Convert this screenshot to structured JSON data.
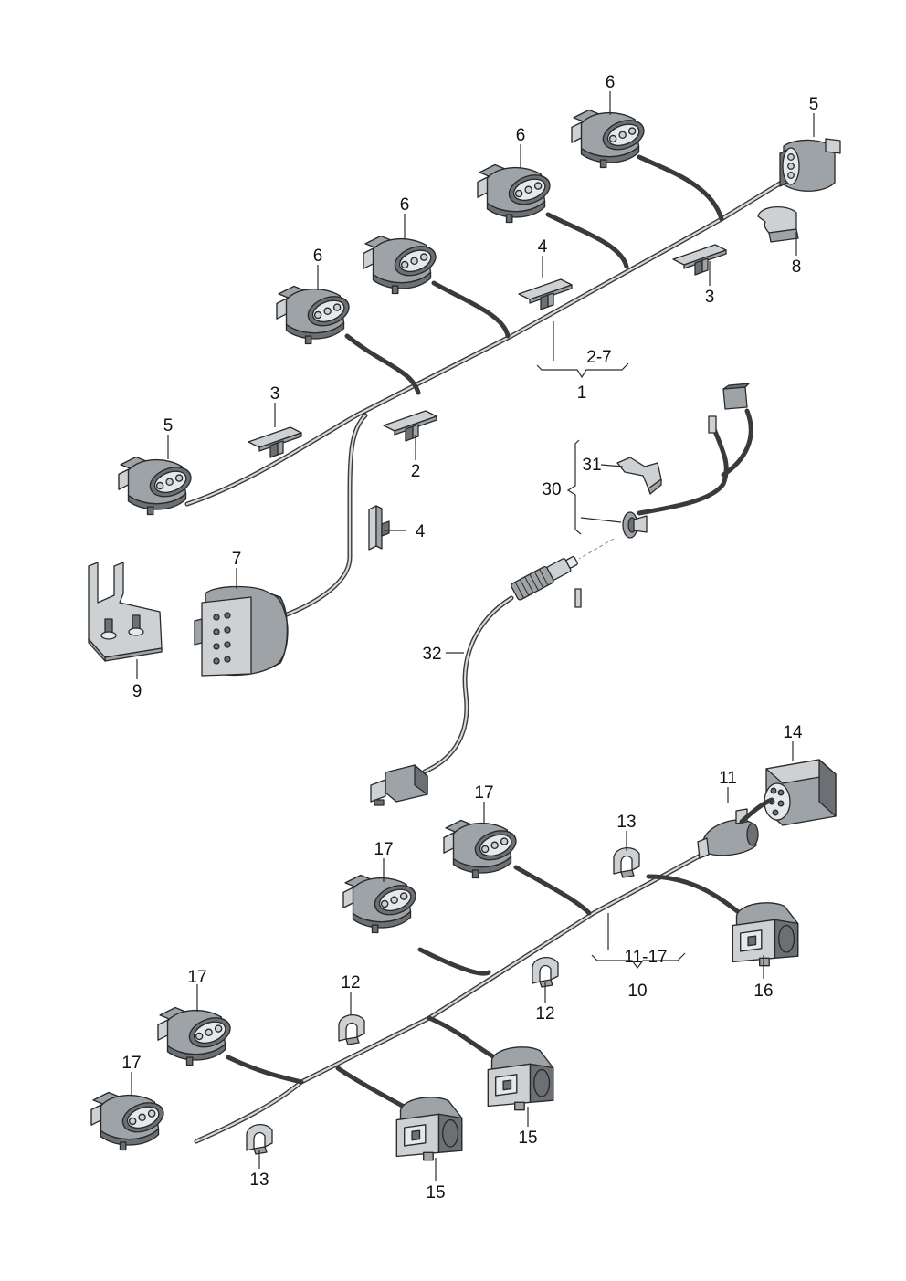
{
  "callouts": [
    {
      "id": "c6a",
      "label": "6"
    },
    {
      "id": "c5a",
      "label": "5"
    },
    {
      "id": "c6b",
      "label": "6"
    },
    {
      "id": "c6c",
      "label": "6"
    },
    {
      "id": "c6d",
      "label": "6"
    },
    {
      "id": "c4a",
      "label": "4"
    },
    {
      "id": "c8",
      "label": "8"
    },
    {
      "id": "c3a",
      "label": "3"
    },
    {
      "id": "c27",
      "label": "2-7"
    },
    {
      "id": "c1",
      "label": "1"
    },
    {
      "id": "c3b",
      "label": "3"
    },
    {
      "id": "c5b",
      "label": "5"
    },
    {
      "id": "c2",
      "label": "2"
    },
    {
      "id": "c31",
      "label": "31"
    },
    {
      "id": "c30",
      "label": "30"
    },
    {
      "id": "c4b",
      "label": "4"
    },
    {
      "id": "c7",
      "label": "7"
    },
    {
      "id": "c9",
      "label": "9"
    },
    {
      "id": "c32",
      "label": "32"
    },
    {
      "id": "c14",
      "label": "14"
    },
    {
      "id": "c11",
      "label": "11"
    },
    {
      "id": "c17a",
      "label": "17"
    },
    {
      "id": "c13a",
      "label": "13"
    },
    {
      "id": "c17b",
      "label": "17"
    },
    {
      "id": "c1117",
      "label": "11-17"
    },
    {
      "id": "c10",
      "label": "10"
    },
    {
      "id": "c16",
      "label": "16"
    },
    {
      "id": "c12a",
      "label": "12"
    },
    {
      "id": "c12b",
      "label": "12"
    },
    {
      "id": "c17c",
      "label": "17"
    },
    {
      "id": "c17d",
      "label": "17"
    },
    {
      "id": "c15a",
      "label": "15"
    },
    {
      "id": "c13b",
      "label": "13"
    },
    {
      "id": "c15b",
      "label": "15"
    }
  ]
}
